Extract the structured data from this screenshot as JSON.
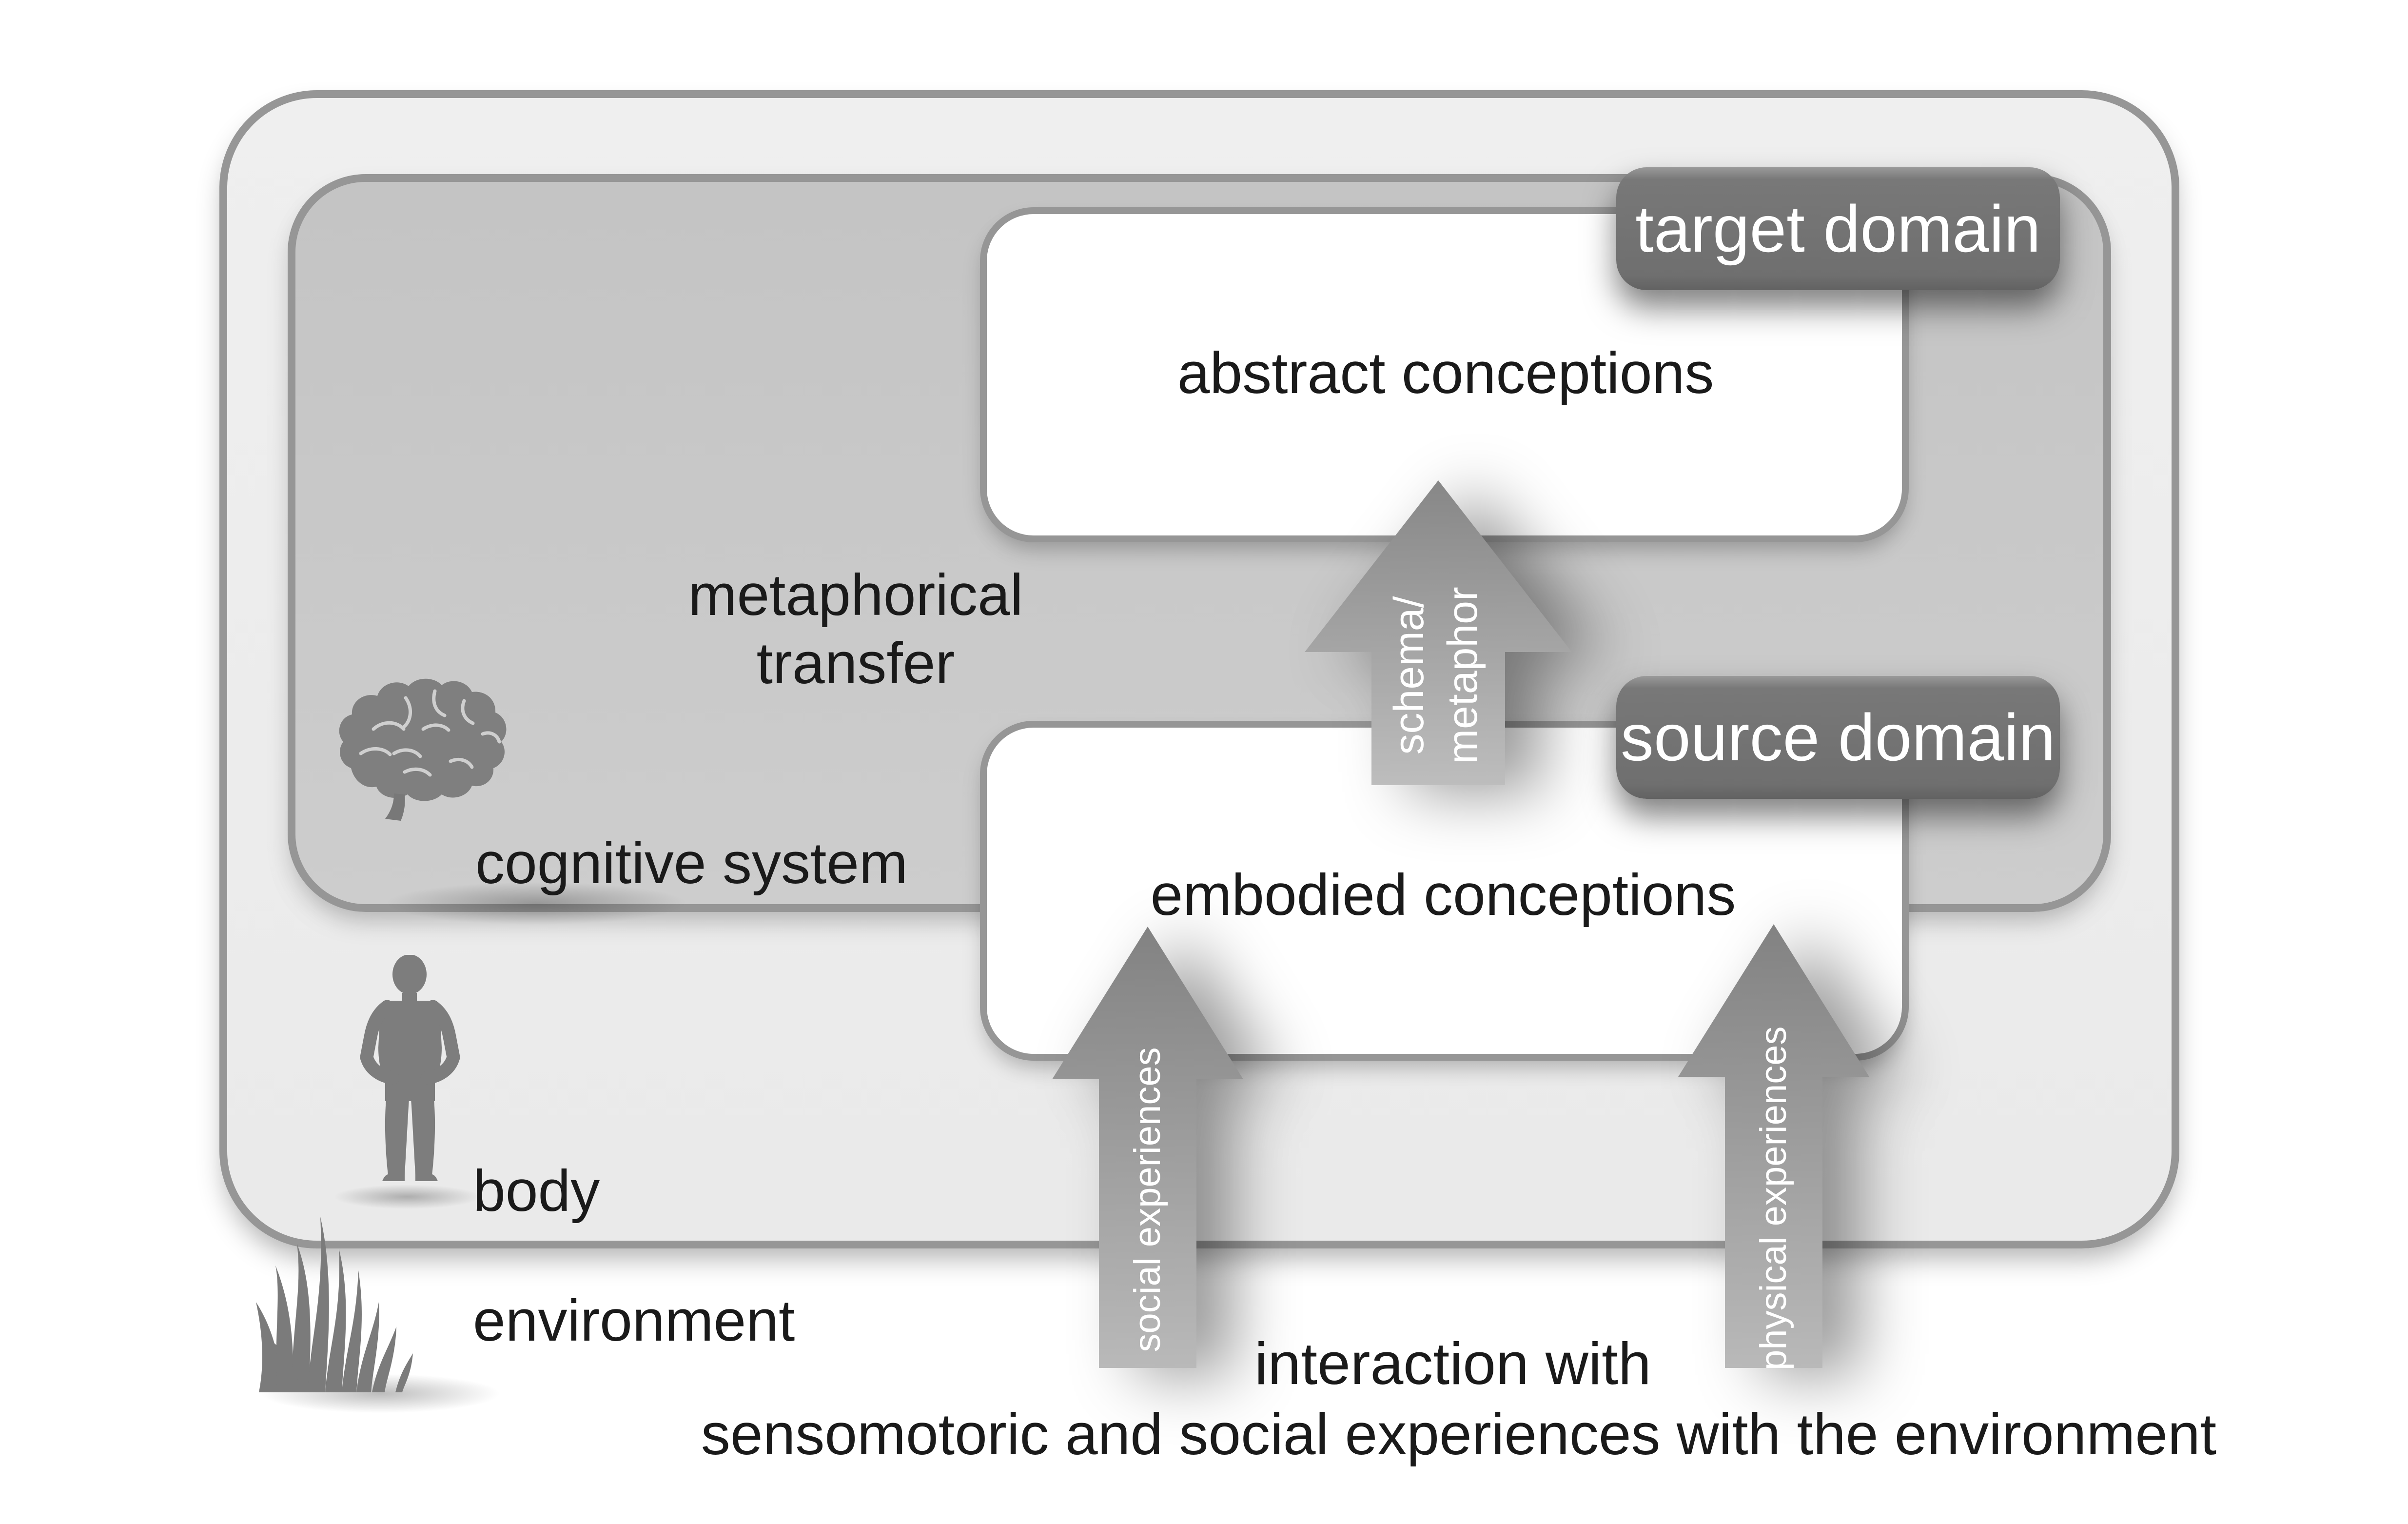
{
  "boxes": {
    "body": {
      "label": "body"
    },
    "cognitive": {
      "label": "cognitive system"
    },
    "abstract": {
      "label": "abstract conceptions"
    },
    "embodied": {
      "label": "embodied conceptions"
    }
  },
  "badges": {
    "target": {
      "label": "target domain"
    },
    "source": {
      "label": "source domain"
    }
  },
  "arrows": {
    "schema": {
      "line1": "schema/",
      "line2": "metaphor"
    },
    "social": {
      "label": "social experiences"
    },
    "physical": {
      "label": "physical experiences"
    }
  },
  "labels": {
    "metaphorical": {
      "line1": "metaphorical",
      "line2": "transfer"
    },
    "environment": "environment",
    "interaction": {
      "line1": "interaction with",
      "line2": "sensomotoric and social experiences with the environment"
    }
  },
  "icons": {
    "brain": "brain-icon",
    "person": "person-icon",
    "grass": "grass-icon"
  },
  "colors": {
    "background": "#ffffff",
    "body_fill": "#ededed",
    "cognitive_fill": "#c6c6c6",
    "white_box_fill": "#ffffff",
    "box_border": "#969696",
    "badge_fill": "#737373",
    "arrow_fill": "#9a9a9a",
    "text": "#1a1a1a",
    "badge_text": "#ffffff"
  }
}
